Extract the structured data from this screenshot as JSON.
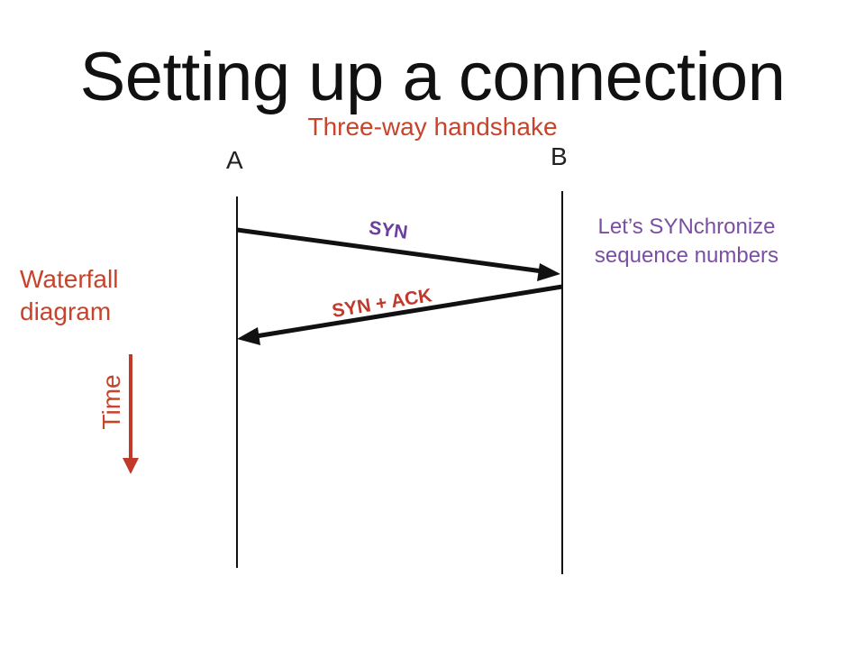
{
  "slide": {
    "title": "Setting up a connection",
    "subtitle": "Three-way handshake",
    "nodes": {
      "a": "A",
      "b": "B"
    },
    "messages": [
      {
        "label": "SYN",
        "from": "A",
        "to": "B",
        "color": "#6a3fa0"
      },
      {
        "label": "SYN + ACK",
        "from": "B",
        "to": "A",
        "color": "#c0392b"
      }
    ],
    "note_lines": [
      "Let’s SYNchronize",
      "sequence numbers"
    ],
    "side_label_lines": [
      "Waterfall",
      "diagram"
    ],
    "time_label": "Time"
  },
  "colors": {
    "title": "#111111",
    "accent_red": "#c8432b",
    "accent_purple": "#7a4fa3",
    "line": "#111111"
  }
}
